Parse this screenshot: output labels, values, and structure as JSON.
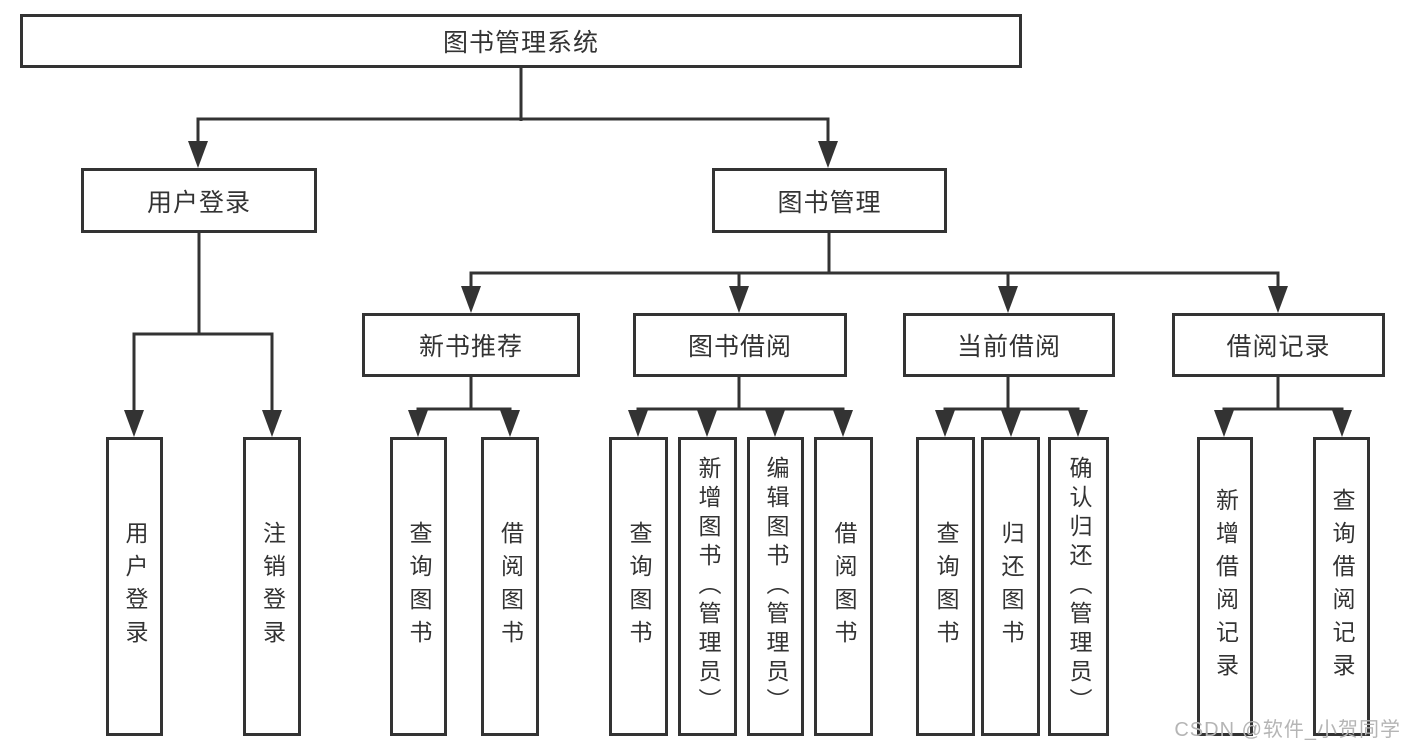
{
  "diagram": {
    "title": "图书管理系统",
    "root": {
      "label": "图书管理系统"
    },
    "user_login": {
      "label": "用户登录",
      "children": [
        {
          "label": "用户登录"
        },
        {
          "label": "注销登录"
        }
      ]
    },
    "book_management": {
      "label": "图书管理",
      "new_book": {
        "label": "新书推荐",
        "children": [
          {
            "label": "查询图书"
          },
          {
            "label": "借阅图书"
          }
        ]
      },
      "book_borrow": {
        "label": "图书借阅",
        "children": [
          {
            "label": "查询图书"
          },
          {
            "label": "新增图书（管理员）"
          },
          {
            "label": "编辑图书（管理员）"
          },
          {
            "label": "借阅图书"
          }
        ]
      },
      "current_borrow": {
        "label": "当前借阅",
        "children": [
          {
            "label": "查询图书"
          },
          {
            "label": "归还图书"
          },
          {
            "label": "确认归还（管理员）"
          }
        ]
      },
      "borrow_records": {
        "label": "借阅记录",
        "children": [
          {
            "label": "新增借阅记录"
          },
          {
            "label": "查询借阅记录"
          }
        ]
      }
    }
  },
  "watermark": {
    "text": "CSDN @软件_小贺同学"
  },
  "colors": {
    "line": "#333333",
    "text": "#333333",
    "box_background": "#ffffff",
    "page_background": "#ffffff",
    "watermark": "#b5b5b5"
  }
}
